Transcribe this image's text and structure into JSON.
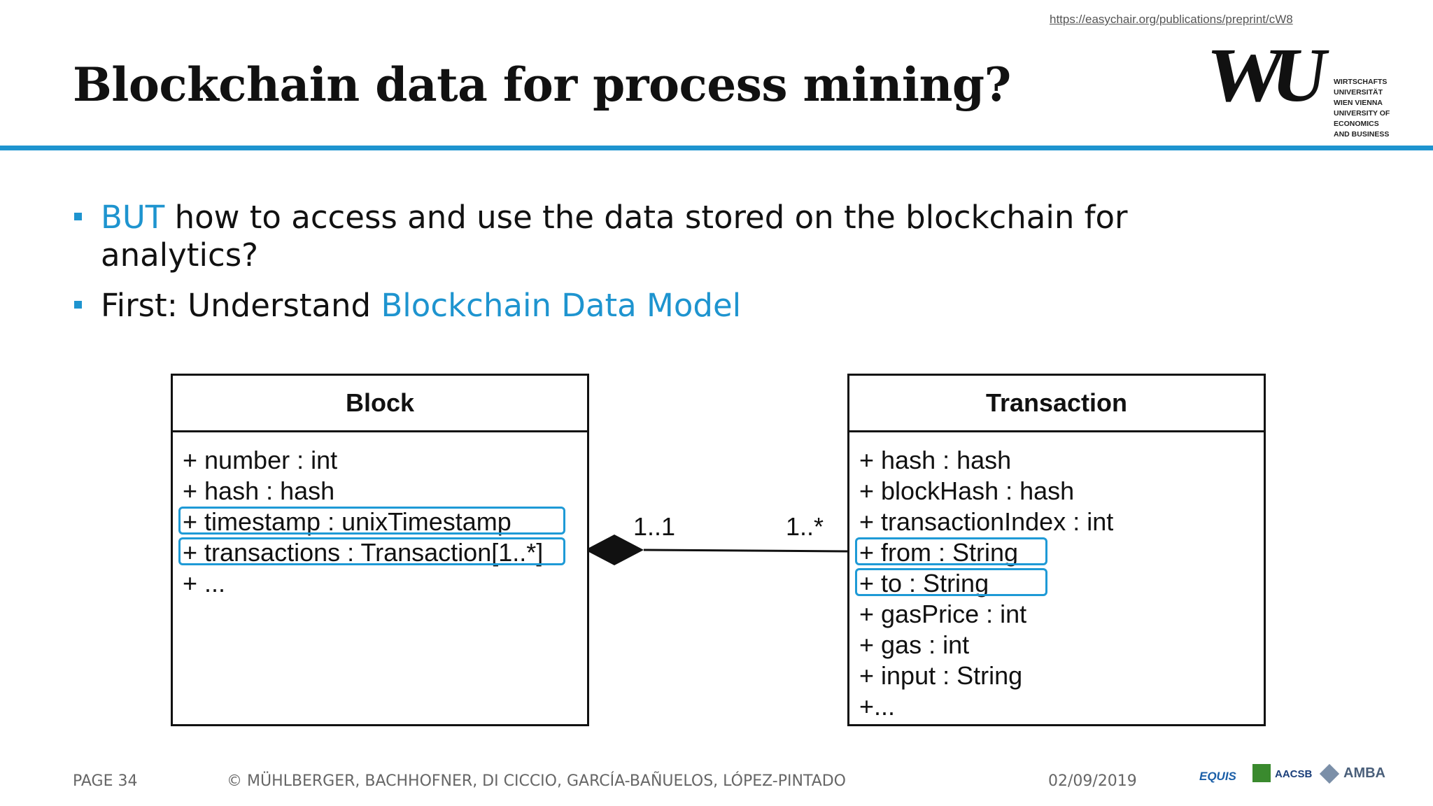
{
  "header": {
    "url": "https://easychair.org/publications/preprint/cW8",
    "title": "Blockchain data for process mining?"
  },
  "logo": {
    "mark": "WU",
    "lines": [
      "WIRTSCHAFTS",
      "UNIVERSITÄT",
      "WIEN VIENNA",
      "UNIVERSITY OF",
      "ECONOMICS",
      "AND BUSINESS"
    ]
  },
  "bullets": [
    {
      "accent": "BUT",
      "text": " how to access and use the data stored on the blockchain for analytics?"
    },
    {
      "text": "First: Understand ",
      "accent": "Blockchain Data Model"
    }
  ],
  "diagram": {
    "block": {
      "name": "Block",
      "attributes": [
        "+ number : int",
        "+ hash : hash",
        "+ timestamp : unixTimestamp",
        "+ transactions : Transaction[1..*]",
        "+ ..."
      ]
    },
    "transaction": {
      "name": "Transaction",
      "attributes": [
        "+ hash : hash",
        "+ blockHash : hash",
        "+ transactionIndex : int",
        "+ from : String",
        "+ to : String",
        "+ gasPrice : int",
        "+ gas : int",
        "+ input : String",
        "+..."
      ]
    },
    "multiplicity_block": "1..1",
    "multiplicity_transaction": "1..*",
    "highlight_color": "#1e9ad6"
  },
  "footer": {
    "page": "PAGE 34",
    "authors": "© MÜHLBERGER, BACHHOFNER, DI CICCIO, GARCÍA-BAÑUELOS, LÓPEZ-PINTADO",
    "date": "02/09/2019"
  },
  "accreditation": [
    "EQUIS",
    "AACSB",
    "AMBA"
  ],
  "colors": {
    "accent": "#1e94cf",
    "text": "#111111",
    "footer": "#666666"
  }
}
